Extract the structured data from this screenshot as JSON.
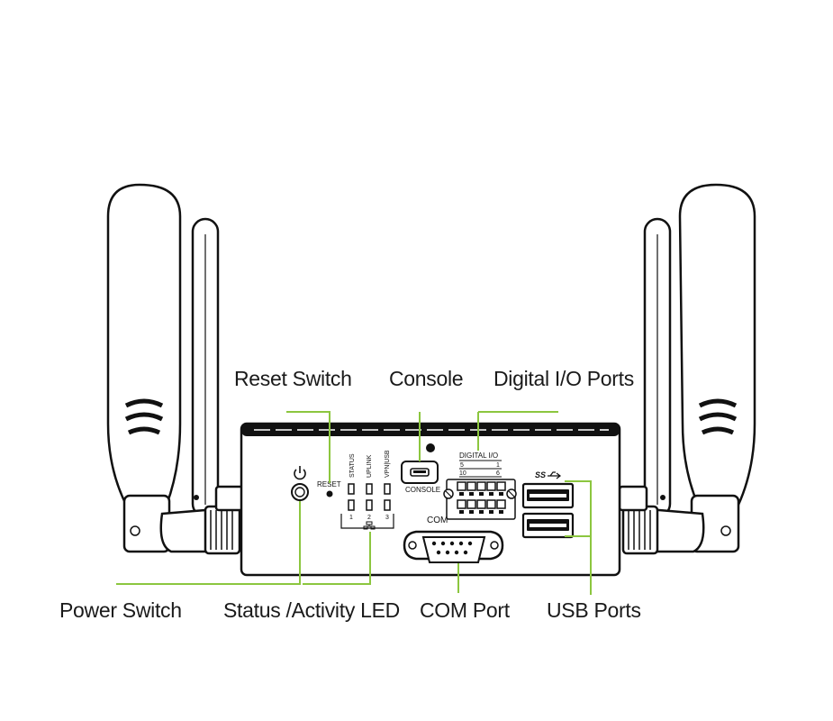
{
  "callouts": {
    "reset_switch": "Reset Switch",
    "console": "Console",
    "digital_io_ports": "Digital I/O Ports",
    "power_switch": "Power Switch",
    "status_activity_led": "Status /Activity LED",
    "com_port": "COM Port",
    "usb_ports": "USB Ports"
  },
  "panel_labels": {
    "reset": "RESET",
    "console": "CONSOLE",
    "digital_io": "DIGITAL I/O",
    "dio_5": "5",
    "dio_1": "1",
    "dio_10": "10",
    "dio_6": "6",
    "com": "COM",
    "status": "STATUS",
    "uplink": "UPLINK",
    "vpn_usb": "VPN|USB",
    "led_1": "1",
    "led_2": "2",
    "led_3": "3",
    "usb_logo": "SS"
  },
  "icons": {
    "power": "power-icon",
    "network": "network-icon",
    "usb": "usb-superspeed-icon"
  },
  "colors": {
    "accent": "#8cc63f",
    "line": "#111111"
  }
}
